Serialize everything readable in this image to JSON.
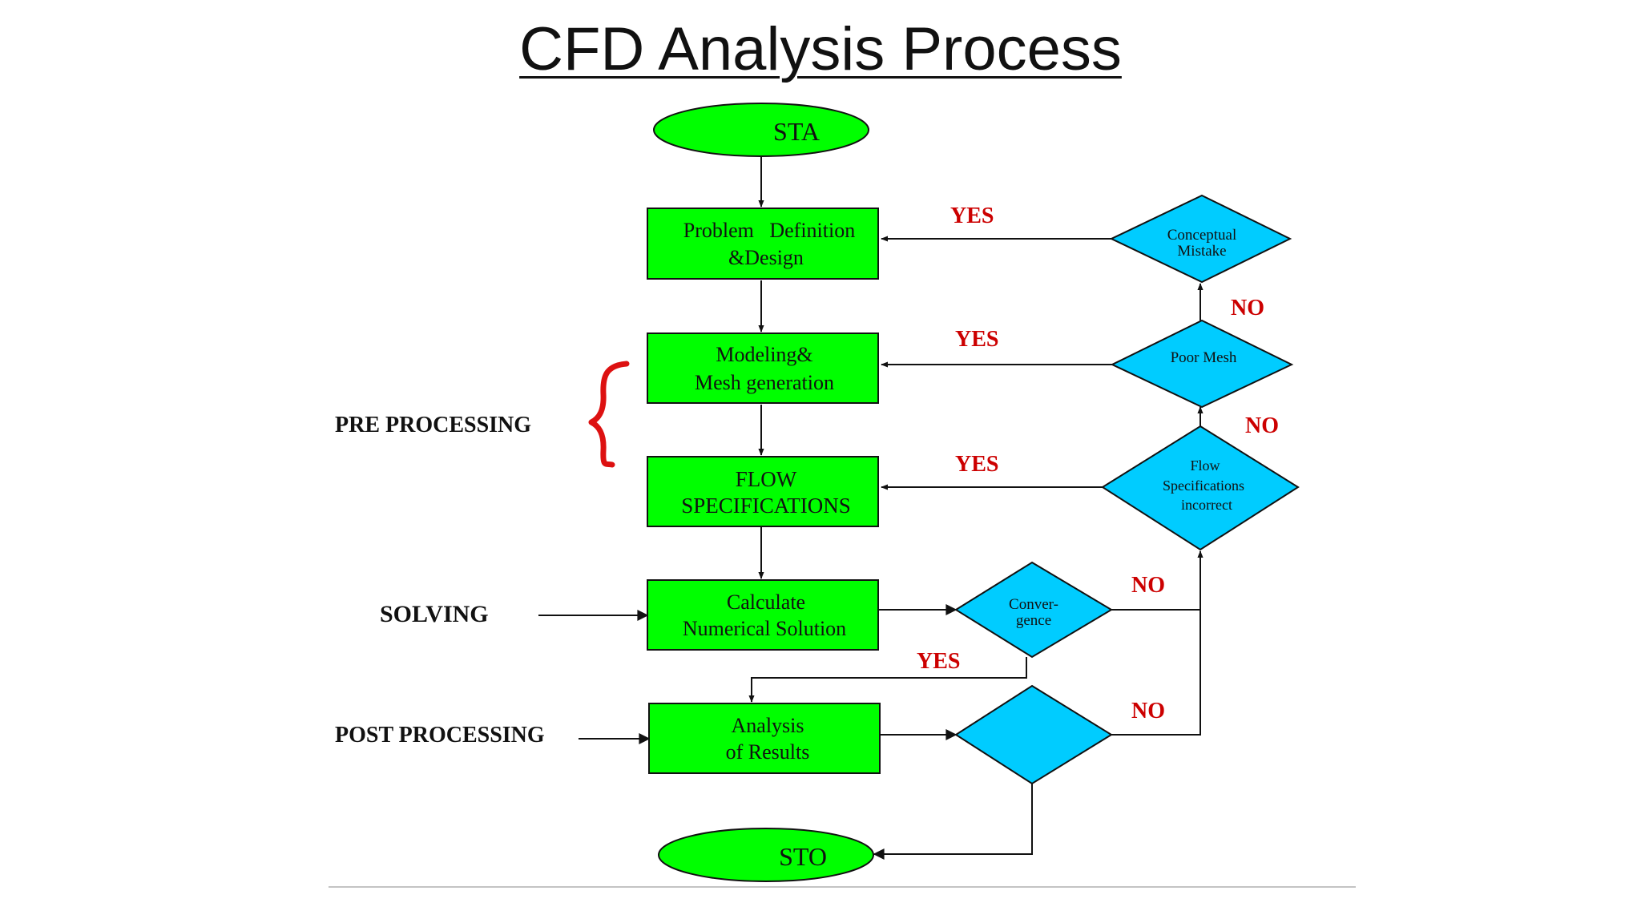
{
  "slide": {
    "title": "CFD Analysis Process"
  },
  "colors": {
    "process_fill": "#00ff00",
    "decision_fill": "#00ccff",
    "label_red": "#cc0000",
    "brace_red": "#dd1111",
    "line": "#111111"
  },
  "flowchart": {
    "start": "STA",
    "stop": "STO",
    "process_problem_line1": "Problem   Definition",
    "process_problem_line2": "&Design",
    "process_modeling_line1": "Modeling&",
    "process_modeling_line2": "Mesh generation",
    "process_flow_line1": "FLOW",
    "process_flow_line2": "SPECIFICATIONS",
    "process_calculate_line1": "Calculate",
    "process_calculate_line2": "Numerical Solution",
    "process_analysis_line1": "Analysis",
    "process_analysis_line2": "of Results",
    "decision_conceptual_line1": "Conceptual",
    "decision_conceptual_line2": "Mistake",
    "decision_poor_mesh": "Poor Mesh",
    "decision_flow_line1": "Flow",
    "decision_flow_line2": "Specifications",
    "decision_flow_line3": "incorrect",
    "decision_convergence_line1": "Conver-",
    "decision_convergence_line2": "gence",
    "label_yes": "YES",
    "label_no": "NO",
    "stage_pre_processing": "PRE PROCESSING",
    "stage_solving": "SOLVING",
    "stage_post_processing": "POST PROCESSING"
  }
}
